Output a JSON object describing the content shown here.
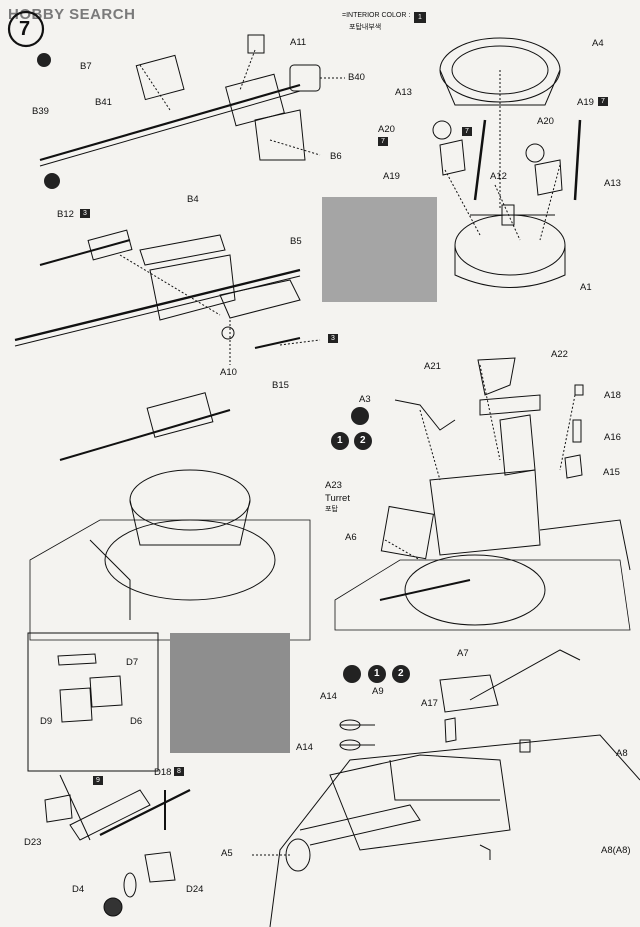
{
  "watermark": "HOBBY SEARCH",
  "step_number": "7",
  "interior_color_label": "=INTERIOR COLOR :",
  "interior_color_sub": "포탑내부색",
  "turret_label": "Turret",
  "turret_sub": "포탑",
  "parts": {
    "A11": "A11",
    "B7": "B7",
    "B40": "B40",
    "B41": "B41",
    "B39": "B39",
    "B6": "B6",
    "B12": "B12",
    "B4": "B4",
    "B5": "B5",
    "A10": "A10",
    "B15": "B15",
    "A4": "A4",
    "A13a": "A13",
    "A13b": "A13",
    "A19a": "A19",
    "A19b": "A19",
    "A20a": "A20",
    "A20b": "A20",
    "A12": "A12",
    "A1": "A1",
    "A21": "A21",
    "A22": "A22",
    "A3": "A3",
    "A18": "A18",
    "A16": "A16",
    "A15": "A15",
    "A23": "A23",
    "A6": "A6",
    "D7": "D7",
    "D9": "D9",
    "D6": "D6",
    "D18": "D18",
    "D23": "D23",
    "D4": "D4",
    "D24": "D24",
    "A7": "A7",
    "A14a": "A14",
    "A14b": "A14",
    "A9": "A9",
    "A17": "A17",
    "A8": "A8",
    "A5": "A5",
    "A8A8": "A8(A8)"
  },
  "color_badges": {
    "interior": "1",
    "b12": "3",
    "b15": "3",
    "a19": "7",
    "a20a": "7",
    "a20b": "7",
    "d18": "8",
    "d23": "9",
    "option1": "1",
    "option2": "2"
  },
  "colors": {
    "ink": "#111111",
    "paper": "#f4f3f0",
    "photo": "#8f8f8f"
  }
}
